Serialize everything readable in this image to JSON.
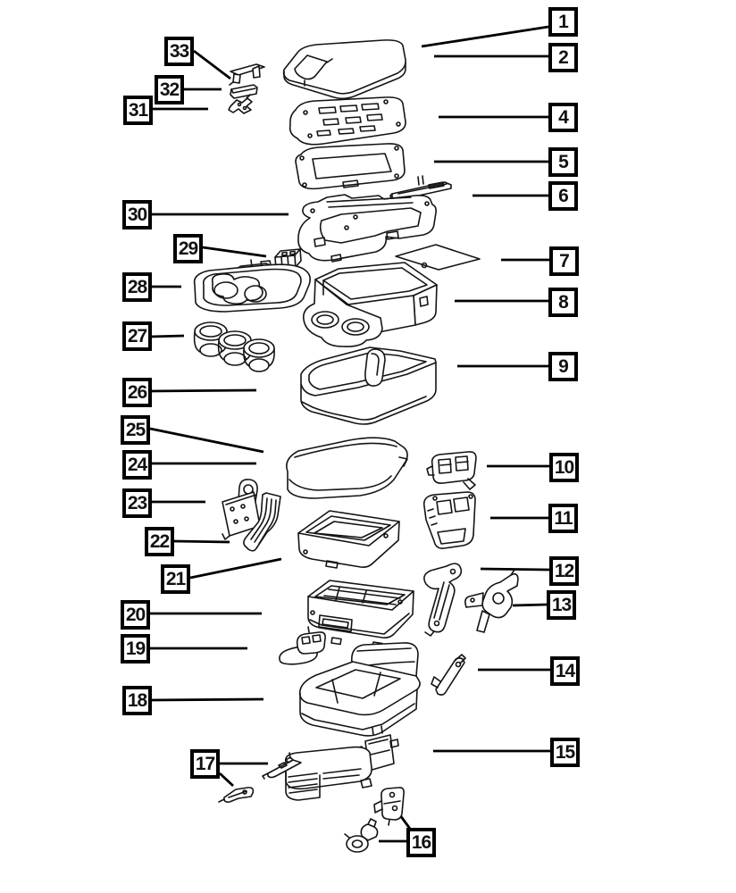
{
  "diagram": {
    "background_color": "#ffffff",
    "line_color": "#000000",
    "callouts": {
      "c1": "1",
      "c2": "2",
      "c4": "4",
      "c5": "5",
      "c6": "6",
      "c7": "7",
      "c8": "8",
      "c9": "9",
      "c10": "10",
      "c11": "11",
      "c12": "12",
      "c13": "13",
      "c14": "14",
      "c15": "15",
      "c16": "16",
      "c17": "17",
      "c18": "18",
      "c19": "19",
      "c20": "20",
      "c21": "21",
      "c22": "22",
      "c23": "23",
      "c24": "24",
      "c25": "25",
      "c26": "26",
      "c27": "27",
      "c28": "28",
      "c29": "29",
      "c30": "30",
      "c31": "31",
      "c32": "32",
      "c33": "33"
    }
  }
}
